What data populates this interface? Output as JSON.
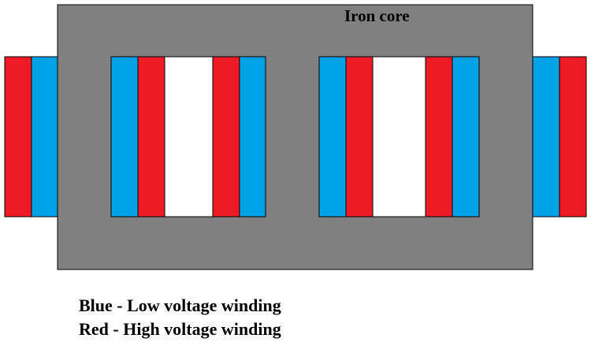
{
  "core_label": "Iron core",
  "legend": {
    "blue": "Blue - Low voltage winding",
    "red": "Red - High voltage winding"
  },
  "colors": {
    "core": "#808080",
    "low_voltage": "#00a2e8",
    "high_voltage": "#ed1c24",
    "window": "#ffffff",
    "outline": "#000000"
  }
}
